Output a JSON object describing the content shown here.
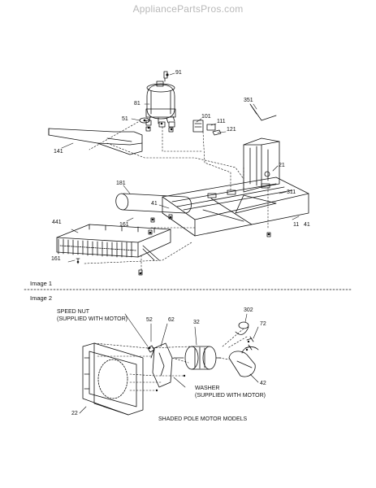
{
  "watermark": "AppliancePartsPros.com",
  "image1": {
    "section_label": "Image 1",
    "callouts": [
      "91",
      "81",
      "51",
      "101",
      "111",
      "121",
      "351",
      "141",
      "21",
      "181",
      "41",
      "311",
      "441",
      "161",
      "11",
      "41",
      "161"
    ]
  },
  "image2": {
    "section_label": "Image 2",
    "callouts": [
      "52",
      "62",
      "32",
      "302",
      "72",
      "42",
      "22"
    ],
    "notes": {
      "speed_nut": "SPEED NUT",
      "speed_nut_sub": "(SUPPLIED WITH MOTOR)",
      "washer": "WASHER",
      "washer_sub": "(SUPPLIED WITH MOTOR)"
    },
    "caption": "SHADED POLE MOTOR MODELS"
  },
  "colors": {
    "line": "#111111",
    "watermark": "#b9b9b9",
    "background": "#ffffff"
  }
}
